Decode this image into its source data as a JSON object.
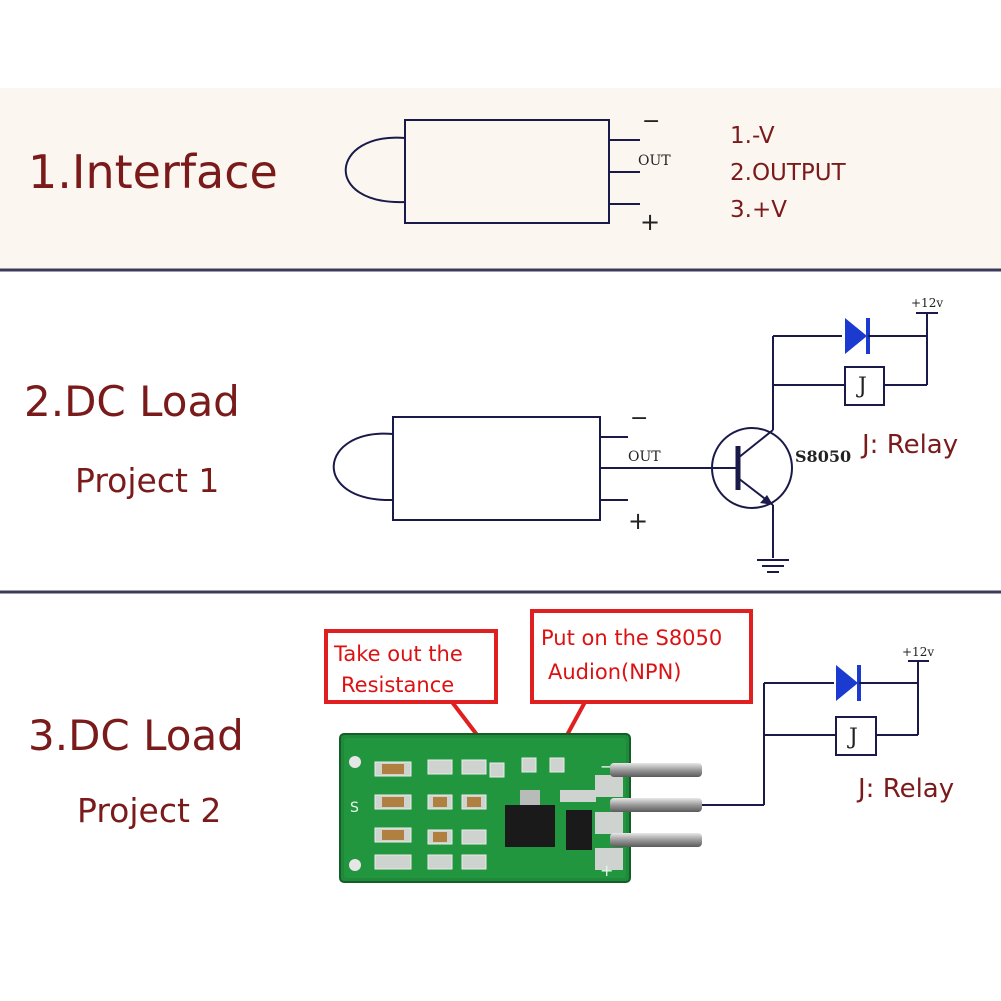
{
  "section1": {
    "title": "1.Interface",
    "pins": {
      "minus": "−",
      "out": "OUT",
      "plus": "+"
    },
    "legend": [
      "1.-V",
      "2.OUTPUT",
      "3.+V"
    ]
  },
  "section2": {
    "title": "2.DC Load",
    "subtitle": "Project 1",
    "pins": {
      "minus": "−",
      "out": "OUT",
      "plus": "+"
    },
    "transistor": "S8050",
    "supply": "+12v",
    "relay_box": "J",
    "relay_label": "J: Relay"
  },
  "section3": {
    "title": "3.DC Load",
    "subtitle": "Project 2",
    "callout1": [
      "Take out the",
      "Resistance"
    ],
    "callout2": [
      "Put on the S8050",
      "Audion(NPN)"
    ],
    "supply": "+12v",
    "relay_box": "J",
    "relay_label": "J: Relay"
  },
  "colors": {
    "heading": "#7a1a1a",
    "callout": "#e02020",
    "diode": "#1a3ad0",
    "pcb": "#1e8a3a"
  }
}
